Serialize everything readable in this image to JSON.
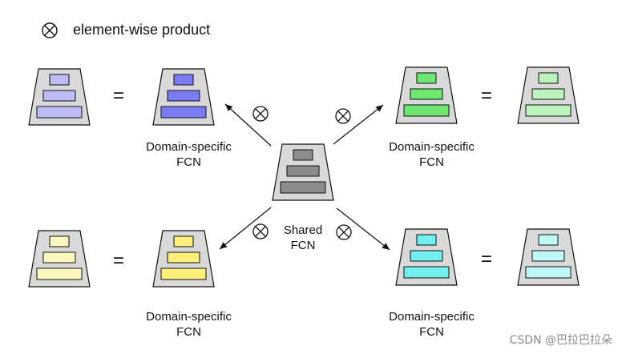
{
  "legend": {
    "symbol": "⊗",
    "text": "element-wise product"
  },
  "shared": {
    "line1": "Shared",
    "line2": "FCN",
    "color_dark": "#8c8c8c"
  },
  "domains": [
    {
      "id": "blue",
      "label_line1": "Domain-specific",
      "label_line2": "FCN",
      "color_dark": "#7b7bf3",
      "color_light": "#bcbcf7"
    },
    {
      "id": "green",
      "label_line1": "Domain-specific",
      "label_line2": "FCN",
      "color_dark": "#6fe872",
      "color_light": "#bdf4be"
    },
    {
      "id": "yellow",
      "label_line1": "Domain-specific",
      "label_line2": "FCN",
      "color_dark": "#fcf07a",
      "color_light": "#fcf6bf"
    },
    {
      "id": "cyan",
      "label_line1": "Domain-specific",
      "label_line2": "FCN",
      "color_dark": "#72f0f0",
      "color_light": "#bff6f6"
    }
  ],
  "equals": "=",
  "product_symbol": "⊗",
  "watermark": "CSDN @巴拉巴拉朵"
}
